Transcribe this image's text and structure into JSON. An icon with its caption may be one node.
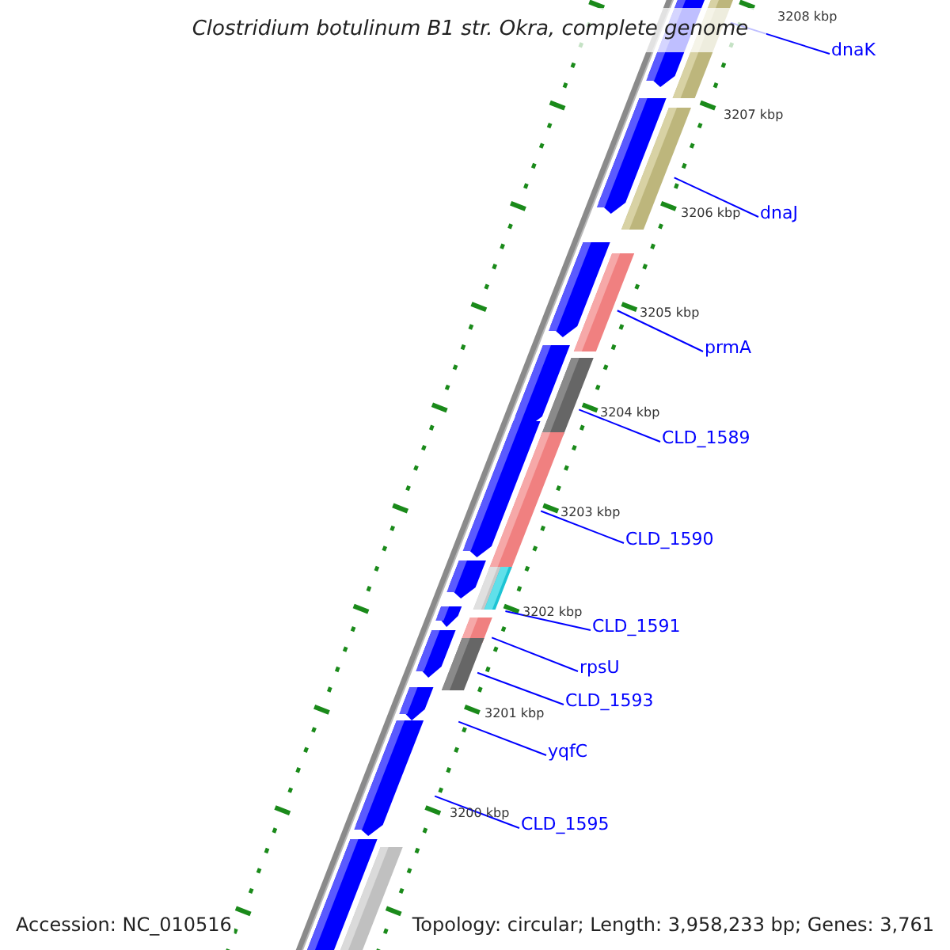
{
  "diagram": {
    "title": "Clostridium botulinum B1 str. Okra, complete genome",
    "nodes": [
      {
        "text": [
          "dnaK"
        ]
      },
      {
        "text": [
          "dnaJ"
        ]
      },
      {
        "text": [
          "prmA"
        ]
      },
      {
        "text": [
          "CLD_1589"
        ]
      },
      {
        "text": [
          "CLD_1590"
        ]
      },
      {
        "text": [
          "CLD_1591"
        ]
      },
      {
        "text": [
          "rpsU"
        ]
      },
      {
        "text": [
          "CLD_1593"
        ]
      },
      {
        "text": [
          "yqfC"
        ]
      },
      {
        "text": [
          "CLD_1595"
        ]
      }
    ],
    "edges": [
      {
        "from": 0,
        "to": null,
        "arrow": "none"
      },
      {
        "from": 1,
        "to": null,
        "arrow": "none"
      },
      {
        "from": 2,
        "to": null,
        "arrow": "none"
      },
      {
        "from": 3,
        "to": null,
        "arrow": "none"
      },
      {
        "from": 4,
        "to": null,
        "arrow": "none"
      },
      {
        "from": 5,
        "to": null,
        "arrow": "none"
      },
      {
        "from": 6,
        "to": null,
        "arrow": "none"
      },
      {
        "from": 7,
        "to": null,
        "arrow": "none"
      },
      {
        "from": 8,
        "to": null,
        "arrow": "none"
      },
      {
        "from": 9,
        "to": null,
        "arrow": "none"
      }
    ],
    "labels": [
      "3208 kbp",
      "3207 kbp",
      "3206 kbp",
      "3205 kbp",
      "3204 kbp",
      "3203 kbp",
      "3202 kbp",
      "3201 kbp",
      "3200 kbp",
      "Accession: NC_010516",
      "Topology: circular; Length: 3,958,233 bp; Genes: 3,761"
    ]
  }
}
